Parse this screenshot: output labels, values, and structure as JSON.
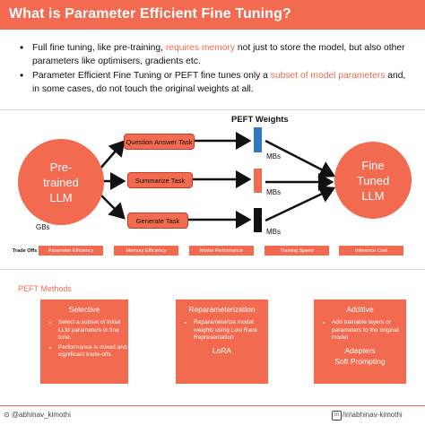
{
  "header": {
    "title": "What is Parameter Efficient Fine Tuning?"
  },
  "bullets": [
    {
      "before": "Full fine tuning, like pre-training, ",
      "highlight": "requires memory",
      "after": " not just to store the model, but also other parameters like optimisers, gradients etc."
    },
    {
      "before": "Parameter Efficient Fine Tuning or PEFT fine tunes only a ",
      "highlight": "subset of model parameters",
      "after": " and, in some cases, do not touch the original weights at all."
    }
  ],
  "diagram": {
    "pretrained": "Pre-trained LLM",
    "finetuned": "Fine Tuned LLM",
    "gbs": "GBs",
    "peft_weights": "PEFT Weights",
    "tasks": [
      "Question Answer Task",
      "Summarize Task",
      "Generate Task"
    ],
    "mbs": [
      "MBs",
      "MBs",
      "MBs"
    ],
    "colors": {
      "accent": "#f26a4f",
      "blue": "#2f78c4",
      "orange": "#f26a4f",
      "black": "#111111"
    }
  },
  "tradeoffs": {
    "label": "Trade Offs",
    "items": [
      "Parameter Efficiency",
      "Memory Efficiency",
      "Model Performance",
      "Training Speed",
      "Inference Cost"
    ]
  },
  "methods": {
    "title": "PEFT Methods",
    "cards": [
      {
        "title": "Selective",
        "points": [
          "Select a subset of initial LLM parameters to fine tune.",
          "Performance is mixed and significant trade-offs"
        ],
        "sub": []
      },
      {
        "title": "Reparameterization",
        "points": [
          "Reparameterize model weights using Low Rank Representation"
        ],
        "sub": [
          "LoRA"
        ]
      },
      {
        "title": "Additive",
        "points": [
          "Add trainable layers or parameters to the original model"
        ],
        "sub": [
          "Adapters",
          "Soft Prompting"
        ]
      }
    ]
  },
  "footer": {
    "left": "@abhinav_kimothi",
    "right": "/in\\abhinav-kimothi"
  }
}
